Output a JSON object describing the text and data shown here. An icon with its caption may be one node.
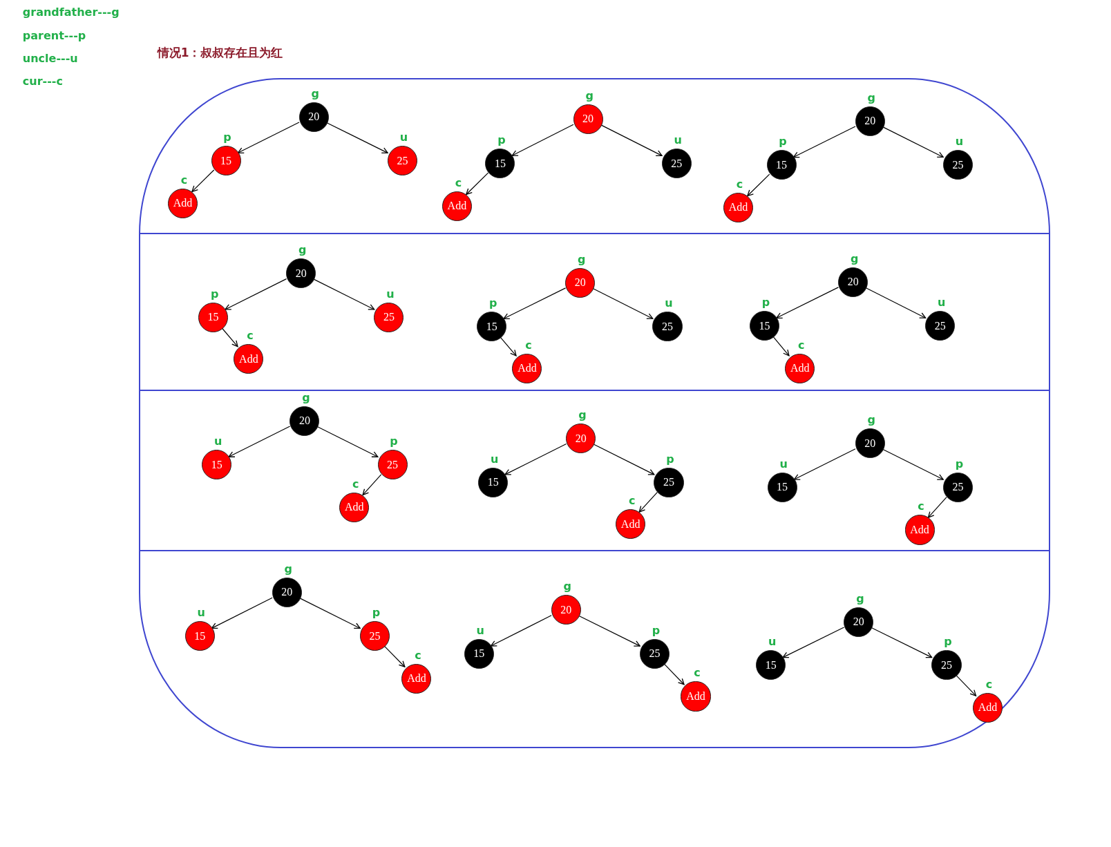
{
  "diagram": {
    "title": "情况1：叔叔存在且为红",
    "nodes": [
      {
        "text": [],
        "shape": "box"
      },
      {
        "text": [
          "20"
        ],
        "beside": [
          "g"
        ],
        "in": 0
      },
      {
        "text": [
          "15"
        ],
        "beside": [
          "p"
        ],
        "in": 0
      },
      {
        "text": [
          "25"
        ],
        "beside": [
          "u"
        ],
        "in": 0
      },
      {
        "text": [
          "Add"
        ],
        "beside": [
          "c"
        ],
        "in": 0
      },
      {
        "text": [
          "20"
        ],
        "beside": [
          "g"
        ],
        "in": 0
      },
      {
        "text": [
          "15"
        ],
        "beside": [
          "p"
        ],
        "in": 0
      },
      {
        "text": [
          "25"
        ],
        "beside": [
          "u"
        ],
        "in": 0
      },
      {
        "text": [
          "Add"
        ],
        "beside": [
          "c"
        ],
        "in": 0
      },
      {
        "text": [
          "20"
        ],
        "beside": [
          "g"
        ],
        "in": 0
      },
      {
        "text": [
          "15"
        ],
        "beside": [
          "p"
        ],
        "in": 0
      },
      {
        "text": [
          "25"
        ],
        "beside": [
          "u"
        ],
        "in": 0
      },
      {
        "text": [
          "Add"
        ],
        "beside": [
          "c"
        ],
        "in": 0
      },
      {
        "text": [
          "20"
        ],
        "beside": [
          "g"
        ],
        "in": 0
      },
      {
        "text": [
          "15"
        ],
        "beside": [
          "p"
        ],
        "in": 0
      },
      {
        "text": [
          "25"
        ],
        "beside": [
          "u"
        ],
        "in": 0
      },
      {
        "text": [
          "Add"
        ],
        "beside": [
          "c"
        ],
        "in": 0
      },
      {
        "text": [
          "20"
        ],
        "beside": [
          "g"
        ],
        "in": 0
      },
      {
        "text": [
          "15"
        ],
        "beside": [
          "p"
        ],
        "in": 0
      },
      {
        "text": [
          "25"
        ],
        "beside": [
          "u"
        ],
        "in": 0
      },
      {
        "text": [
          "Add"
        ],
        "beside": [
          "c"
        ],
        "in": 0
      },
      {
        "text": [
          "20"
        ],
        "beside": [
          "g"
        ],
        "in": 0
      },
      {
        "text": [
          "15"
        ],
        "beside": [
          "p"
        ],
        "in": 0
      },
      {
        "text": [
          "25"
        ],
        "beside": [
          "u"
        ],
        "in": 0
      },
      {
        "text": [
          "Add"
        ],
        "beside": [
          "c"
        ],
        "in": 0
      },
      {
        "text": [
          "20"
        ],
        "beside": [
          "g"
        ],
        "in": 0
      },
      {
        "text": [
          "15"
        ],
        "beside": [
          "u"
        ],
        "in": 0
      },
      {
        "text": [
          "25"
        ],
        "beside": [
          "p"
        ],
        "in": 0
      },
      {
        "text": [
          "Add"
        ],
        "beside": [
          "c"
        ],
        "in": 0
      },
      {
        "text": [
          "20"
        ],
        "beside": [
          "g"
        ],
        "in": 0
      },
      {
        "text": [
          "15"
        ],
        "beside": [
          "u"
        ],
        "in": 0
      },
      {
        "text": [
          "25"
        ],
        "beside": [
          "p"
        ],
        "in": 0
      },
      {
        "text": [
          "Add"
        ],
        "beside": [
          "c"
        ],
        "in": 0
      },
      {
        "text": [
          "20"
        ],
        "beside": [
          "g"
        ],
        "in": 0
      },
      {
        "text": [
          "15"
        ],
        "beside": [
          "u"
        ],
        "in": 0
      },
      {
        "text": [
          "25"
        ],
        "beside": [
          "p"
        ],
        "in": 0
      },
      {
        "text": [
          "Add"
        ],
        "beside": [
          "c"
        ],
        "in": 0
      },
      {
        "text": [
          "20"
        ],
        "beside": [
          "g"
        ],
        "in": 0
      },
      {
        "text": [
          "15"
        ],
        "beside": [
          "u"
        ],
        "in": 0
      },
      {
        "text": [
          "25"
        ],
        "beside": [
          "p"
        ],
        "in": 0
      },
      {
        "text": [
          "Add"
        ],
        "beside": [
          "c"
        ],
        "in": 0
      },
      {
        "text": [
          "20"
        ],
        "beside": [
          "g"
        ],
        "in": 0
      },
      {
        "text": [
          "15"
        ],
        "beside": [
          "u"
        ],
        "in": 0
      },
      {
        "text": [
          "25"
        ],
        "beside": [
          "p"
        ],
        "in": 0
      },
      {
        "text": [
          "Add"
        ],
        "beside": [
          "c"
        ],
        "in": 0
      },
      {
        "text": [
          "20"
        ],
        "beside": [
          "g"
        ],
        "in": 0
      },
      {
        "text": [
          "15"
        ],
        "beside": [
          "u"
        ],
        "in": 0
      },
      {
        "text": [
          "25"
        ],
        "beside": [
          "p"
        ],
        "in": 0
      },
      {
        "text": [
          "Add"
        ],
        "beside": [
          "c"
        ],
        "in": 0
      }
    ],
    "edges": [
      {
        "from": 1,
        "to": 2,
        "arrow": "to"
      },
      {
        "from": 1,
        "to": 3,
        "arrow": "to"
      },
      {
        "from": 2,
        "to": 4,
        "arrow": "to"
      },
      {
        "from": 5,
        "to": 6,
        "arrow": "to"
      },
      {
        "from": 5,
        "to": 7,
        "arrow": "to"
      },
      {
        "from": 6,
        "to": 8,
        "arrow": "to"
      },
      {
        "from": 9,
        "to": 10,
        "arrow": "to"
      },
      {
        "from": 9,
        "to": 11,
        "arrow": "to"
      },
      {
        "from": 10,
        "to": 12,
        "arrow": "to"
      },
      {
        "from": 13,
        "to": 14,
        "arrow": "to"
      },
      {
        "from": 13,
        "to": 15,
        "arrow": "to"
      },
      {
        "from": 14,
        "to": 16,
        "arrow": "to"
      },
      {
        "from": 17,
        "to": 18,
        "arrow": "to"
      },
      {
        "from": 17,
        "to": 19,
        "arrow": "to"
      },
      {
        "from": 18,
        "to": 20,
        "arrow": "to"
      },
      {
        "from": 21,
        "to": 22,
        "arrow": "to"
      },
      {
        "from": 21,
        "to": 23,
        "arrow": "to"
      },
      {
        "from": 22,
        "to": 24,
        "arrow": "to"
      },
      {
        "from": 25,
        "to": 26,
        "arrow": "to"
      },
      {
        "from": 25,
        "to": 27,
        "arrow": "to"
      },
      {
        "from": 27,
        "to": 28,
        "arrow": "to"
      },
      {
        "from": 29,
        "to": 30,
        "arrow": "to"
      },
      {
        "from": 29,
        "to": 31,
        "arrow": "to"
      },
      {
        "from": 31,
        "to": 32,
        "arrow": "to"
      },
      {
        "from": 33,
        "to": 34,
        "arrow": "to"
      },
      {
        "from": 33,
        "to": 35,
        "arrow": "to"
      },
      {
        "from": 35,
        "to": 36,
        "arrow": "to"
      },
      {
        "from": 37,
        "to": 38,
        "arrow": "to"
      },
      {
        "from": 37,
        "to": 39,
        "arrow": "to"
      },
      {
        "from": 39,
        "to": 40,
        "arrow": "to"
      },
      {
        "from": 41,
        "to": 42,
        "arrow": "to"
      },
      {
        "from": 41,
        "to": 43,
        "arrow": "to"
      },
      {
        "from": 43,
        "to": 44,
        "arrow": "to"
      },
      {
        "from": 45,
        "to": 46,
        "arrow": "to"
      },
      {
        "from": 45,
        "to": 47,
        "arrow": "to"
      },
      {
        "from": 47,
        "to": 48,
        "arrow": "to"
      }
    ],
    "labels": [
      "grandfather---g",
      "parent---p",
      "uncle---u",
      "cur---c"
    ]
  }
}
